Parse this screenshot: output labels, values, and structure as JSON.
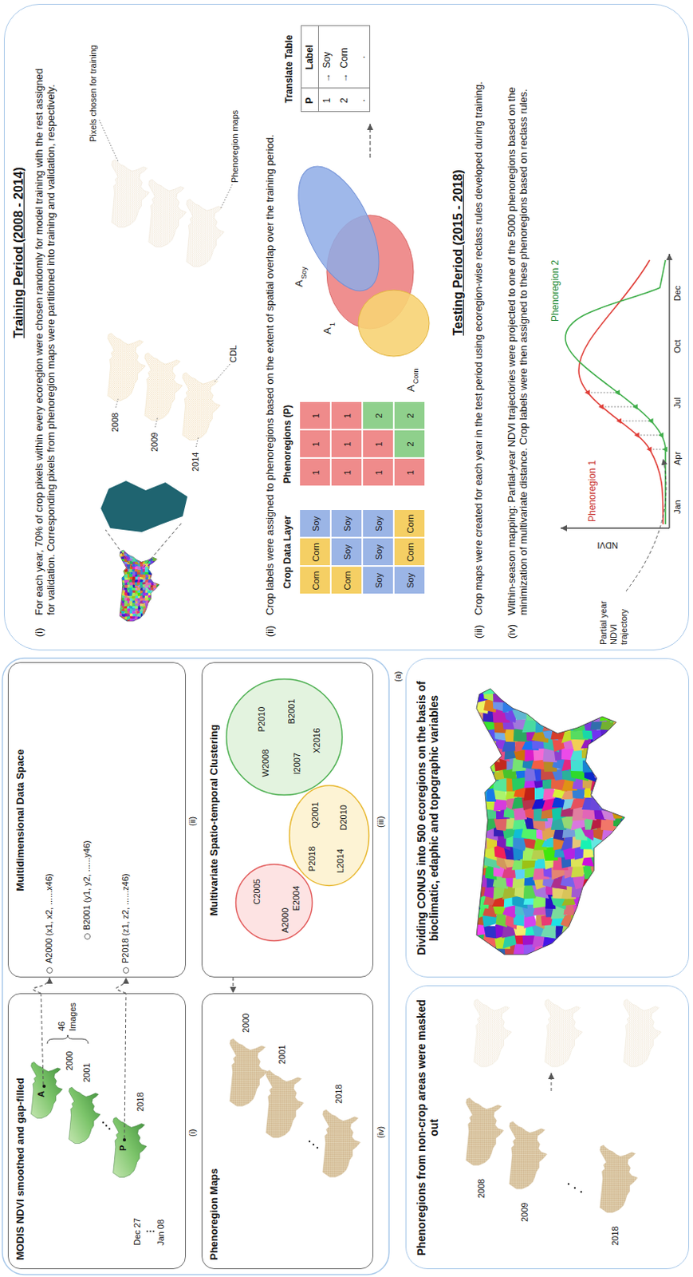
{
  "diagram": {
    "nodes": [
      {
        "text": [
          "MODIS NDVI smoothed and gap-filled"
        ]
      },
      {
        "text": [
          "Multidimensional Data Space"
        ]
      },
      {
        "text": [
          "Phenoregion Maps"
        ]
      },
      {
        "text": [
          "Multivariate Spatio-temporal Clustering"
        ]
      },
      {
        "text": [
          "A2000",
          "E2004",
          "C2005"
        ],
        "in": 3
      },
      {
        "text": [
          "W2008",
          "P2010",
          "I2007",
          "B2001",
          "X2016"
        ],
        "in": 3
      },
      {
        "text": [
          "P2018",
          "L2014",
          "Q2001",
          "D2010"
        ],
        "in": 3
      },
      {
        "text": [
          "Phenoregions from non-crop areas were masked out"
        ]
      },
      {
        "text": [
          "Dividing CONUS into 500 ecoregions on the basis of bioclimatic, edaphic and topographic variables"
        ]
      },
      {
        "text": [
          "Training Period (2008 - 2014)",
          "For each year, 70% of crop pixels within every ecoregion were chosen randomly for model training with the rest assigned for validation. Corresponding pixels from phenoregion maps were partitioned into training and validation, respectively.",
          "Crop labels were assigned to phenoregions based on the extent of spatial overlap over the training period.",
          "Testing Period (2015 - 2018)",
          "Crop maps were created for each year in the test period using ecoregion-wise reclass rules developed during training.",
          "Within-season mapping: Partial-year NDVI trajectories were projected to one of the 5000 phenoregions based on the minimization of multivariate distance. Crop labels were then assigned to these phenoregions based on reclass rules."
        ]
      },
      {
        "text": [
          "Crop Data Layer",
          "Corn",
          "Corn",
          "Soy",
          "Corn",
          "Soy",
          "Soy",
          "Soy",
          "Soy",
          "Soy",
          "Soy",
          "Corn",
          "Corn"
        ],
        "in": 9
      },
      {
        "text": [
          "Phenoregions (P)",
          "1",
          "1",
          "1",
          "1",
          "1",
          "1",
          "1",
          "1",
          "2",
          "1",
          "2",
          "2"
        ],
        "in": 9
      },
      {
        "text": [
          "Translate Table",
          "P",
          "Label",
          "1",
          "→",
          "Soy",
          "2",
          "→",
          "Corn",
          ".",
          "."
        ],
        "in": 9
      }
    ],
    "edges": [
      {
        "from": 0,
        "to": 1,
        "arrow": "to"
      },
      {
        "from": 0,
        "to": 1,
        "arrow": "to"
      },
      {
        "from": 3,
        "to": 2,
        "arrow": "to"
      }
    ],
    "labels": [
      "Dec 27",
      "Jan 08",
      "2000",
      "2001",
      "2018",
      "46",
      "Images",
      "A",
      "P",
      "A2000 (x1, x2, ......x46)",
      "B2001 (y1, y2, ......y46)",
      "P2018 (z1, z2, ......z46)",
      "2000",
      "2001",
      "2018",
      "(i)",
      "(ii)",
      "(iii)",
      "(iv)",
      "(a)",
      "2008",
      "2009",
      "2018",
      "(i)",
      "2008",
      "2009",
      "2014",
      "CDL",
      "Phenoregion maps",
      "Pixels chosen for training",
      "(ii)",
      "A",
      "Soy",
      "A",
      "1",
      "A",
      "Corn",
      "(iii)",
      "(iv)",
      "NDVI",
      "Jan",
      "Apr",
      "Jul",
      "Oct",
      "Dec",
      "Phenoregion 1",
      "Phenoregion 2",
      "Partial year NDVI trajectory"
    ]
  }
}
